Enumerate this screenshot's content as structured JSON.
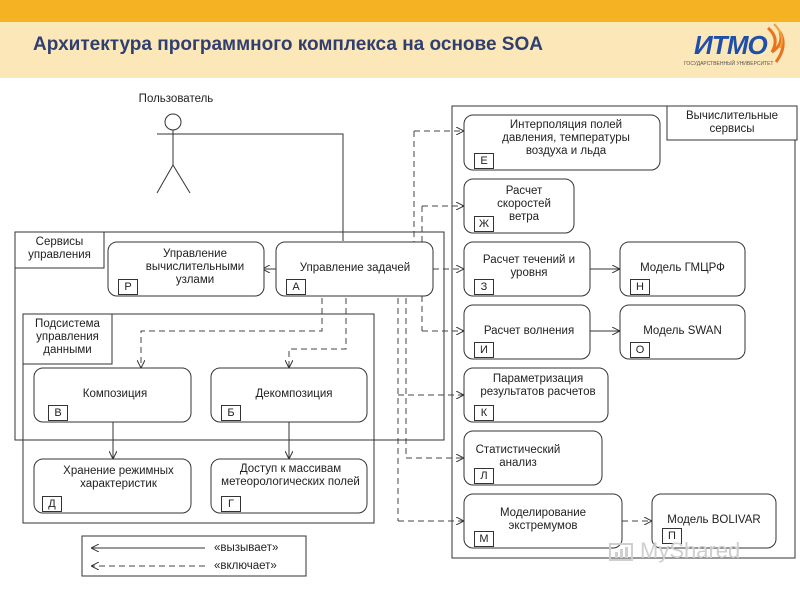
{
  "slide": {
    "title": "Архитектура программного комплекса на основе SOA"
  },
  "logo": {
    "text": "ИТМО",
    "subtitle": "ГОСУДАРСТВЕННЫЙ УНИВЕРСИТЕТ"
  },
  "actor": {
    "label": "Пользователь"
  },
  "groups": {
    "management": "Сервисы управления",
    "data_subsystem": "Подсистема управления данными",
    "compute": "Вычислительные сервисы"
  },
  "nodes": {
    "P": {
      "label": "Управление вычислительными узлами",
      "code": "Р"
    },
    "A": {
      "label": "Управление задачей",
      "code": "А"
    },
    "V": {
      "label": "Композиция",
      "code": "В"
    },
    "B": {
      "label": "Декомпозиция",
      "code": "Б"
    },
    "D": {
      "label": "Хранение режимных характеристик",
      "code": "Д"
    },
    "G": {
      "label": "Доступ к массивам метеорологических полей",
      "code": "Г"
    },
    "E": {
      "label": "Интерполяция полей давления, температуры воздуха и льда",
      "code": "Е"
    },
    "Zh": {
      "label": "Расчет скоростей ветра",
      "code": "Ж"
    },
    "Z": {
      "label": "Расчет течений и уровня",
      "code": "З"
    },
    "I": {
      "label": "Расчет волнения",
      "code": "И"
    },
    "K": {
      "label": "Параметризация результатов расчетов",
      "code": "К"
    },
    "L": {
      "label": "Статистический анализ",
      "code": "Л"
    },
    "M": {
      "label": "Моделирование экстремумов",
      "code": "М"
    },
    "N": {
      "label": "Модель ГМЦРФ",
      "code": "Н"
    },
    "O": {
      "label": "Модель SWAN",
      "code": "О"
    },
    "Pm": {
      "label": "Модель BOLIVAR",
      "code": "П"
    }
  },
  "legend": {
    "calls": "«вызывает»",
    "includes": "«включает»"
  },
  "watermark": "MyShared",
  "colors": {
    "title": "#2f3f6f",
    "topbar": "#f5b323",
    "header": "#fbe7b8",
    "logo": "#1f4fa8"
  }
}
